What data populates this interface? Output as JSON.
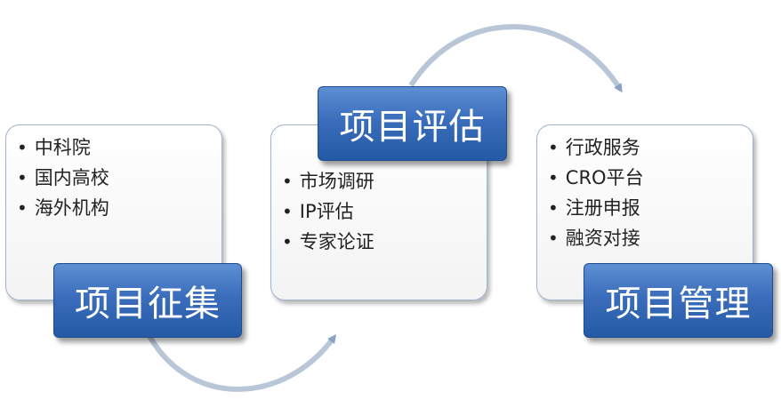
{
  "stages": [
    {
      "id": "collect",
      "title": "项目征集",
      "items": [
        "中科院",
        "国内高校",
        "海外机构"
      ]
    },
    {
      "id": "evaluate",
      "title": "项目评估",
      "items": [
        "市场调研",
        "IP评估",
        "专家论证"
      ]
    },
    {
      "id": "manage",
      "title": "项目管理",
      "items": [
        "行政服务",
        "CRO平台",
        "注册申报",
        "融资对接"
      ]
    }
  ],
  "bullet_char": "•",
  "colors": {
    "title_fill": "#3a6dbb",
    "card_border": "#9fb3cc",
    "arrow": "#8aa2c4"
  }
}
